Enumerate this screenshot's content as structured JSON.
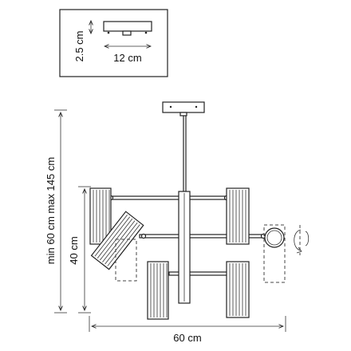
{
  "canopy_inset": {
    "height_label": "2.5 cm",
    "width_label": "12 cm"
  },
  "dimensions": {
    "overall_height_label": "min 60 cm max 145 cm",
    "body_height_label": "40 cm",
    "width_label": "60 cm"
  },
  "colors": {
    "line": "#222222",
    "background": "#ffffff"
  }
}
